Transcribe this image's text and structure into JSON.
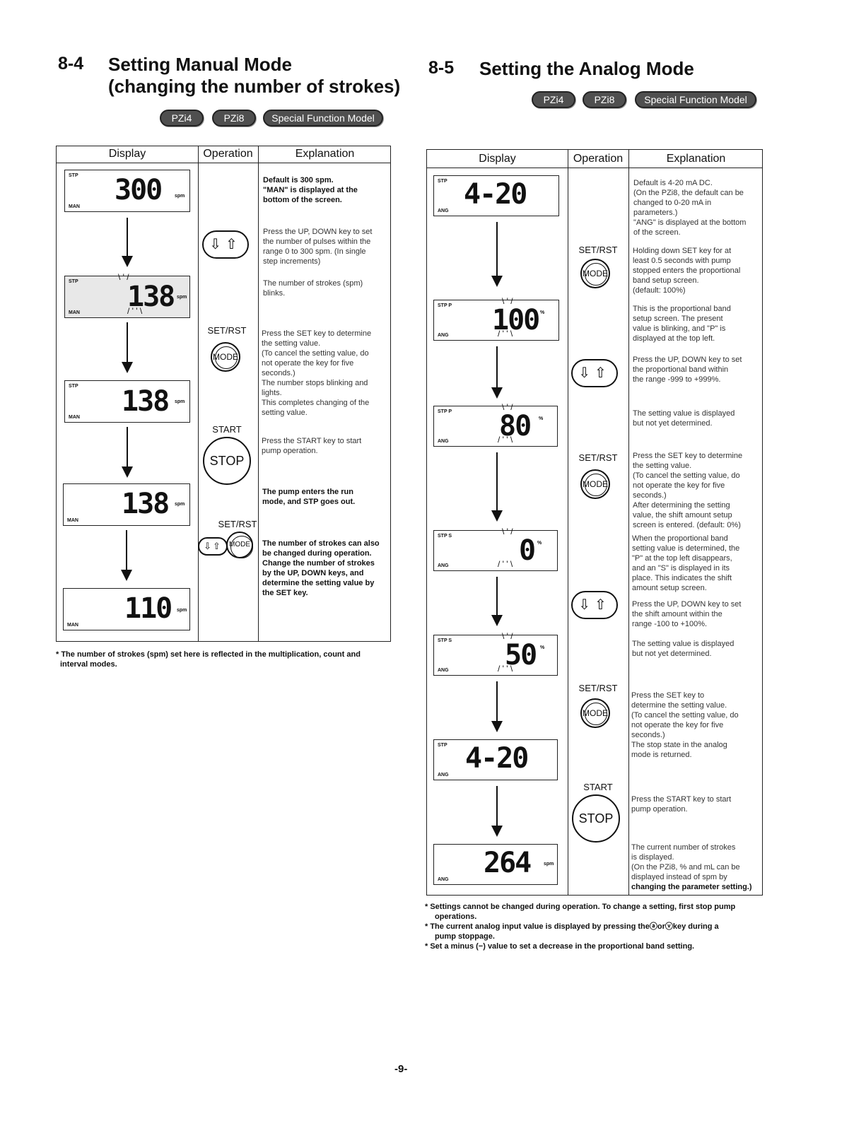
{
  "left": {
    "section_number": "8-4",
    "title_line1": "Setting Manual Mode",
    "title_line2": "(changing the number of strokes)",
    "badges": [
      "PZi4",
      "PZi8",
      "Special Function Model"
    ],
    "headers": [
      "Display",
      "Operation",
      "Explanation"
    ],
    "displays": [
      {
        "top": "STP",
        "bottom": "MAN",
        "value": "300",
        "unit": "spm"
      },
      {
        "top": "STP",
        "bottom": "MAN",
        "value": "138",
        "unit": "spm"
      },
      {
        "top": "STP",
        "bottom": "MAN",
        "value": "138",
        "unit": "spm"
      },
      {
        "top": "",
        "bottom": "MAN",
        "value": "138",
        "unit": "spm"
      },
      {
        "top": "",
        "bottom": "MAN",
        "value": "110",
        "unit": "spm"
      }
    ],
    "ops": {
      "setrst1": "SET/RST",
      "mode1": "MODE",
      "start": "START",
      "stop": "STOP",
      "setrst2": "SET/RST",
      "mode2": "MODE"
    },
    "explanations": [
      "Default is 300 spm.",
      "\"MAN\" is displayed at the",
      "bottom of the screen.",
      "Press the UP, DOWN key to set",
      "the number of pulses within the",
      "range 0 to 300 spm. (In single",
      "step increments)",
      "The number of strokes (spm)",
      "blinks.",
      "Press the SET key to determine",
      "the setting value.",
      "(To cancel the setting value, do",
      "not operate the key for five",
      "seconds.)",
      "The number stops blinking and",
      "lights.",
      "This completes changing of the",
      "setting value.",
      "Press the START key to start",
      "pump operation.",
      "The pump enters the run",
      "mode, and STP goes out.",
      "The number of strokes can also",
      "be changed during operation.",
      "Change the number of strokes",
      "by the UP, DOWN keys, and",
      "determine the setting value by",
      "the SET key."
    ],
    "note_line1": "* The number of strokes (spm) set here is reflected in the multiplication, count and",
    "note_line2": "interval modes."
  },
  "right": {
    "section_number": "8-5",
    "title": "Setting the Analog Mode",
    "badges": [
      "PZi4",
      "PZi8",
      "Special Function Model"
    ],
    "headers": [
      "Display",
      "Operation",
      "Explanation"
    ],
    "displays": [
      {
        "top": "STP",
        "bottom": "ANG",
        "value": "4-20",
        "unit": ""
      },
      {
        "top": "STP  P",
        "bottom": "ANG",
        "value": "100",
        "unit": "%"
      },
      {
        "top": "STP  P",
        "bottom": "ANG",
        "value": "80",
        "unit": "%"
      },
      {
        "top": "STP   S",
        "bottom": "ANG",
        "value": "0",
        "unit": "%"
      },
      {
        "top": "STP   S",
        "bottom": "ANG",
        "value": "50",
        "unit": "%"
      },
      {
        "top": "STP",
        "bottom": "ANG",
        "value": "4-20",
        "unit": ""
      },
      {
        "top": "",
        "bottom": "ANG",
        "value": "264",
        "unit": "spm"
      }
    ],
    "ops": {
      "setrst1": "SET/RST",
      "mode1": "MODE",
      "setrst2": "SET/RST",
      "mode2": "MODE",
      "setrst3": "SET/RST",
      "mode3": "MODE",
      "start": "START",
      "stop": "STOP"
    },
    "explanations": [
      "Default is 4-20 mA DC.",
      "(On the PZi8, the default can be",
      "changed to 0-20 mA in",
      "parameters.)",
      "\"ANG\" is displayed at the bottom",
      "of the screen.",
      "Holding down SET key for at",
      "least 0.5 seconds with pump",
      "stopped enters the proportional",
      "band setup screen.",
      "(default: 100%)",
      "This is the proportional band",
      "setup screen. The present",
      "value is blinking, and \"P\" is",
      "displayed at the top left.",
      "Press the UP, DOWN key to set",
      "the proportional band within",
      "the range -999 to +999%.",
      "The setting value is displayed",
      "but not yet determined.",
      "Press the SET key to determine",
      "the setting value.",
      "(To cancel the setting value, do",
      "not operate the key for five",
      "seconds.)",
      "After determining the setting",
      "value, the shift amount setup",
      "screen is entered. (default: 0%)",
      "When the proportional band",
      "setting value is determined, the",
      "\"P\" at the top left disappears,",
      "and an \"S\" is displayed in its",
      "place. This indicates the shift",
      "amount setup screen.",
      "Press the UP, DOWN key to set",
      "the shift amount within the",
      "range -100 to +100%.",
      "The setting value is displayed",
      "but not yet determined.",
      "Press the SET key to",
      "determine the setting value.",
      "(To cancel the setting value, do",
      "not operate the key for five",
      "seconds.)",
      "The stop state in the analog",
      "mode is returned.",
      "Press the START key to start",
      "pump operation.",
      "The current number of strokes",
      "is displayed.",
      "(On the PZi8, % and mL can be",
      "displayed instead of spm by",
      "changing the parameter setting.)"
    ],
    "notes": [
      "* Settings cannot be changed during operation. To change a setting, first stop pump",
      "operations.",
      "* The current analog input value is displayed by pressing the",
      "or",
      "key during a",
      "pump stoppage.",
      "* Set a minus (−) value to set a decrease in the proportional band setting."
    ]
  },
  "page_number": "-9-"
}
